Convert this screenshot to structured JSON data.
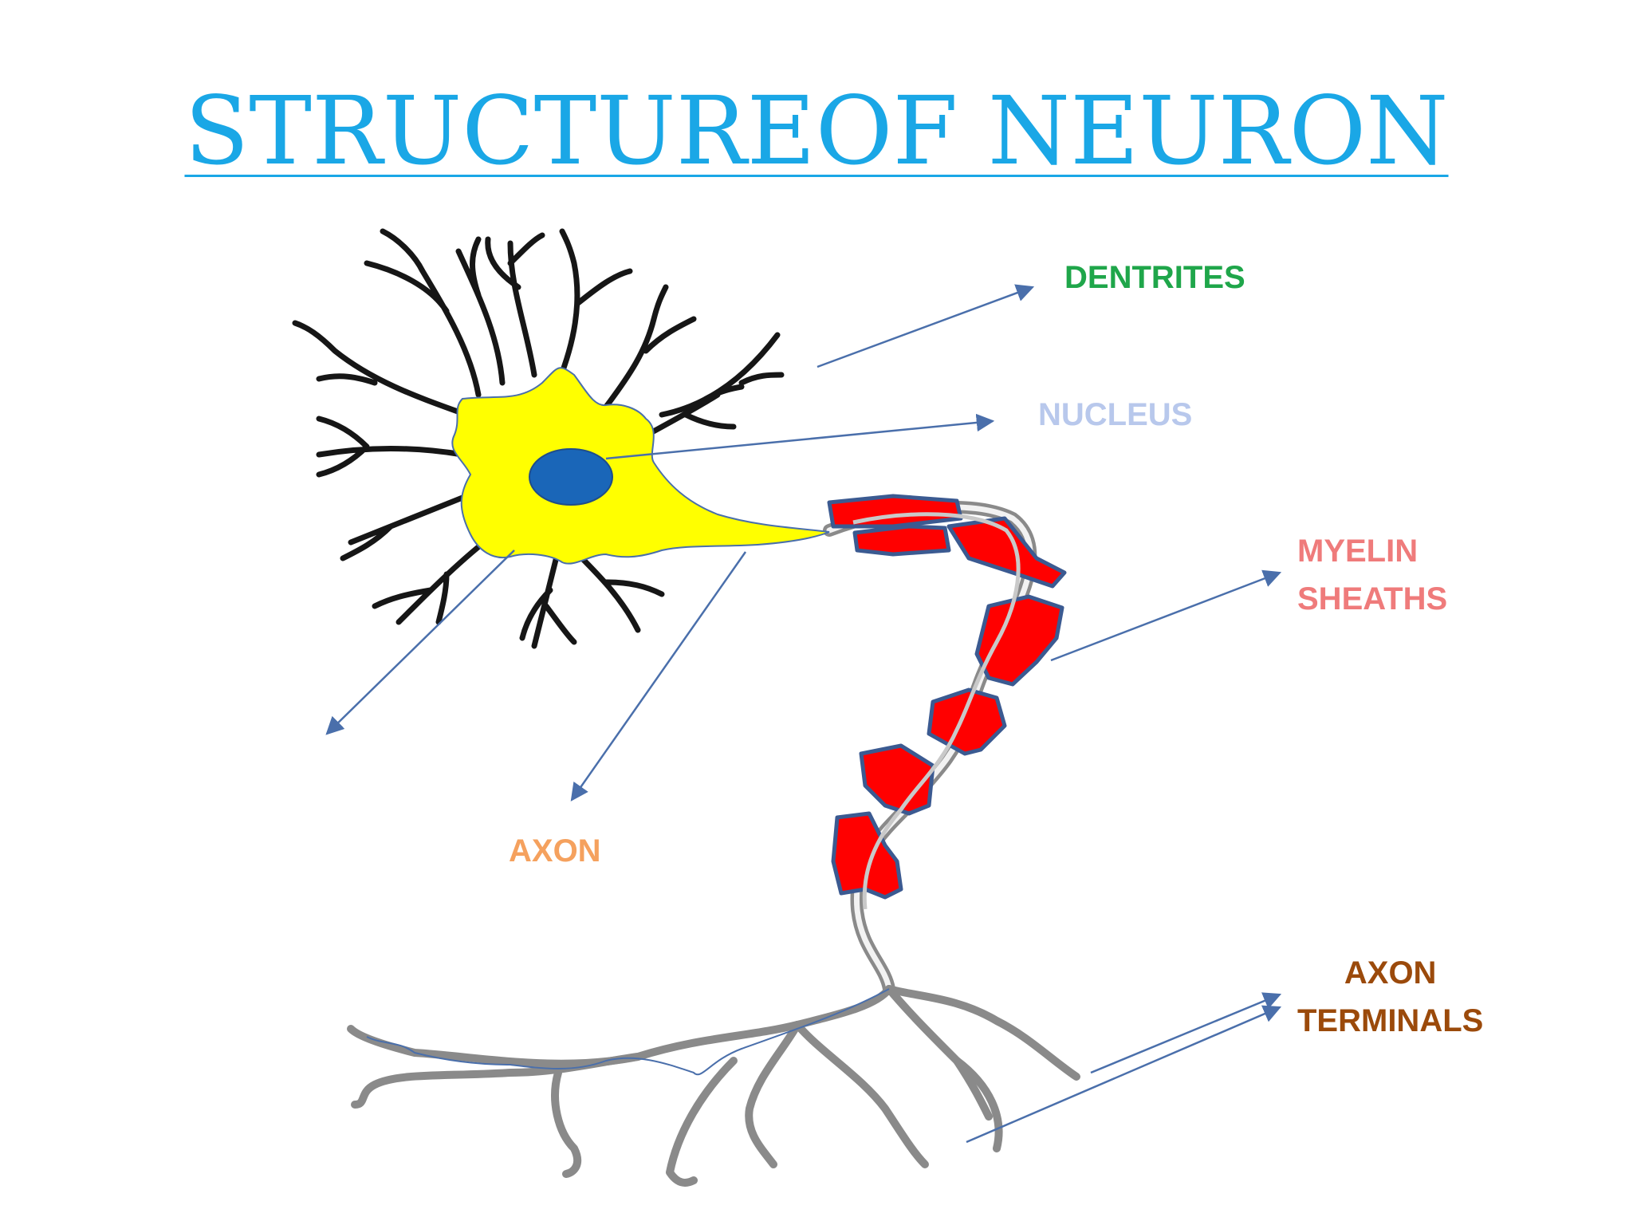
{
  "title": "STRUCTUREOF NEURON",
  "labels": {
    "dendrites": "DENTRITES",
    "nucleus": "NUCLEUS",
    "myelin_line1": "MYELIN",
    "myelin_line2": "SHEATHS",
    "axon": "AXON",
    "terminals_line1": "AXON",
    "terminals_line2": "TERMINALS"
  },
  "colors": {
    "title": "#1aa7e6",
    "dendrites": "#1fa64a",
    "nucleus_label": "#b8c8ec",
    "myelin_label": "#ef7b7b",
    "axon_label": "#f5a15e",
    "terminals_label": "#9b4a0b",
    "cell_body": "#ffff00",
    "nucleus_fill": "#1a66b8",
    "myelin_fill": "#ff0000",
    "arrow": "#4a6fab"
  }
}
